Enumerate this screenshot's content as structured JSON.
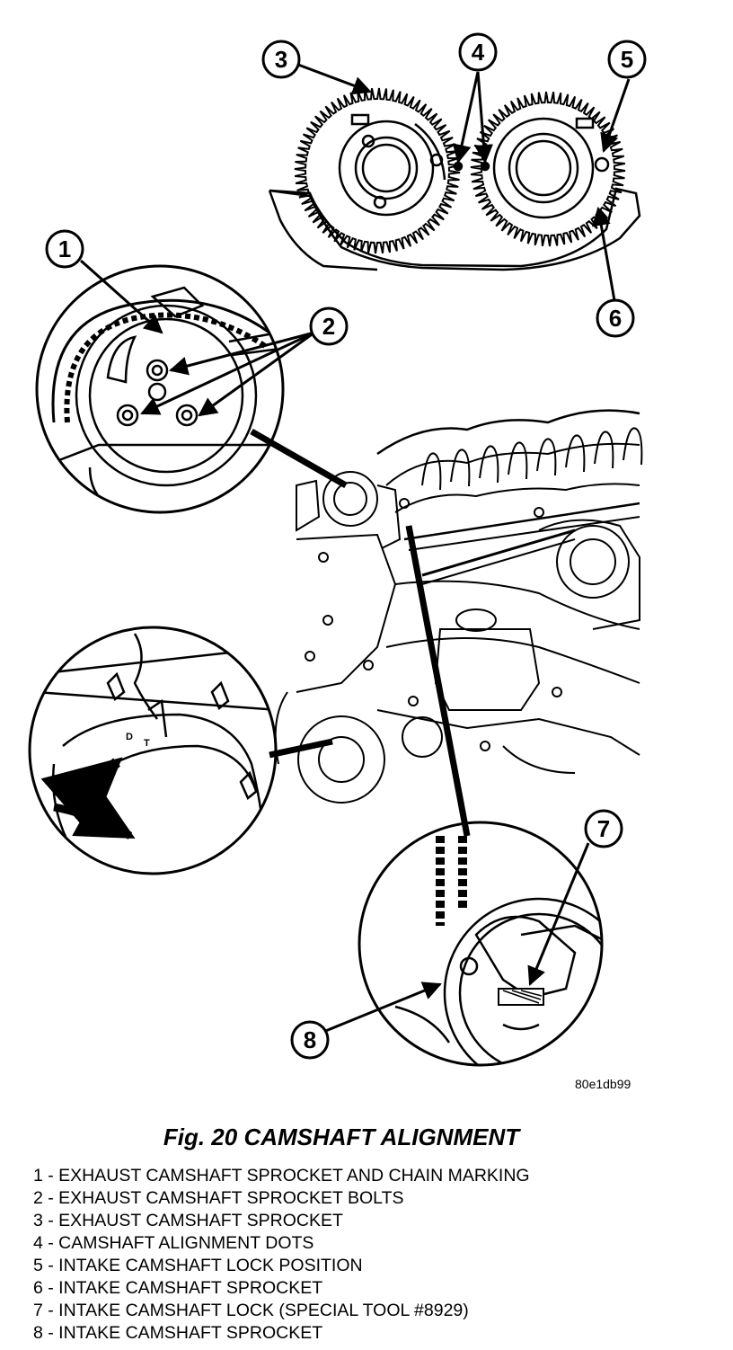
{
  "figure_code": "80e1db99",
  "title": "Fig. 20 CAMSHAFT ALIGNMENT",
  "callouts": [
    "1",
    "2",
    "3",
    "4",
    "5",
    "6",
    "7",
    "8"
  ],
  "damper_letters": [
    "D",
    "T"
  ],
  "legend": [
    "1 - EXHAUST CAMSHAFT SPROCKET AND CHAIN MARKING",
    "2 - EXHAUST CAMSHAFT SPROCKET BOLTS",
    "3 - EXHAUST CAMSHAFT SPROCKET",
    "4 - CAMSHAFT ALIGNMENT DOTS",
    "5 - INTAKE CAMSHAFT LOCK POSITION",
    "6 - INTAKE CAMSHAFT SPROCKET",
    "7 - INTAKE CAMSHAFT LOCK (SPECIAL TOOL #8929)",
    "8 - INTAKE CAMSHAFT SPROCKET"
  ]
}
